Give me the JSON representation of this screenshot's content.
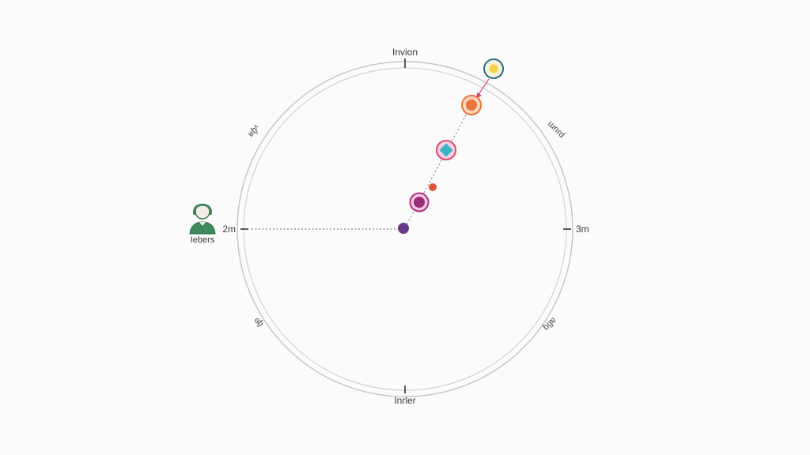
{
  "labels": {
    "top": "Invion",
    "bottom": "Inrler",
    "left": "2m",
    "right": "3m",
    "top_left": "ʁɓ̥ᵏ",
    "top_right": "ɯnɾd",
    "bottom_left": "ɞɓ̥",
    "bottom_right": "ɓɡɐ"
  },
  "person": {
    "caption": "Iebers",
    "icon": "person-headset-icon"
  },
  "colors": {
    "ring": "#bdbdbd",
    "ticks": "#333333",
    "guide": "#555555",
    "person": "#3f8a5c",
    "node_outer_yellow": "#2c6e8a",
    "node_yellow": "#f0d24a",
    "node_orange": "#e8743b",
    "node_pink": "#d9486b",
    "node_teal": "#3bb3c6",
    "node_magenta": "#b0307f",
    "node_purple": "#6b3a8a",
    "dot_red": "#e0553c",
    "arrow": "#d9486b"
  },
  "nodes": [
    {
      "id": "node-yellow-outer",
      "icon": "yellow-circle-node"
    },
    {
      "id": "node-orange",
      "icon": "orange-circle-node"
    },
    {
      "id": "node-pink-diamond",
      "icon": "pink-diamond-node"
    },
    {
      "id": "node-small-red",
      "icon": "small-red-dot"
    },
    {
      "id": "node-magenta",
      "icon": "magenta-circle-node"
    },
    {
      "id": "node-purple-center",
      "icon": "purple-center-dot"
    }
  ]
}
